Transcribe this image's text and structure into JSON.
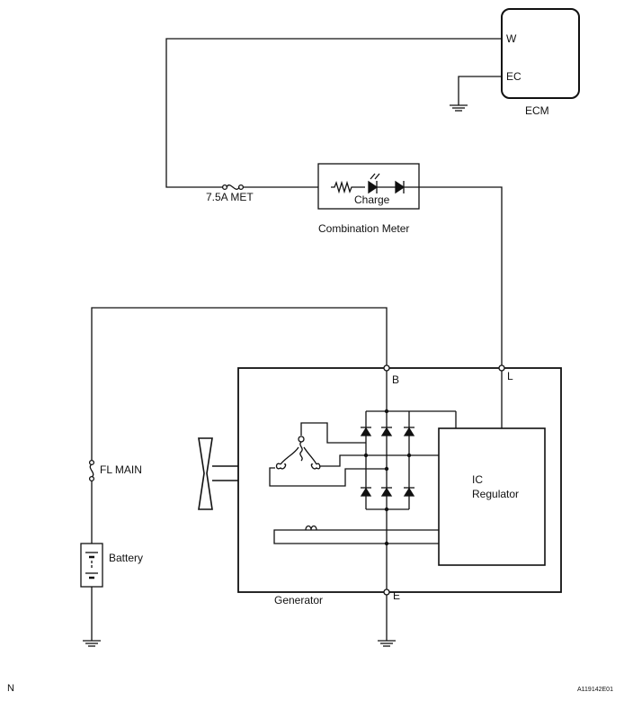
{
  "ecm": {
    "title": "ECM",
    "pin_w": "W",
    "pin_ec": "EC"
  },
  "fuse_met": {
    "label": "7.5A MET"
  },
  "combination_meter": {
    "title": "Combination Meter",
    "lamp_label": "Charge"
  },
  "fuse_fl": {
    "label": "FL MAIN"
  },
  "battery": {
    "label": "Battery"
  },
  "generator": {
    "title": "Generator",
    "terminal_b": "B",
    "terminal_l": "L",
    "terminal_e": "E"
  },
  "ic_regulator": {
    "line1": "IC",
    "line2": "Regulator"
  },
  "corner": {
    "left": "N",
    "right": "A119142E01"
  }
}
